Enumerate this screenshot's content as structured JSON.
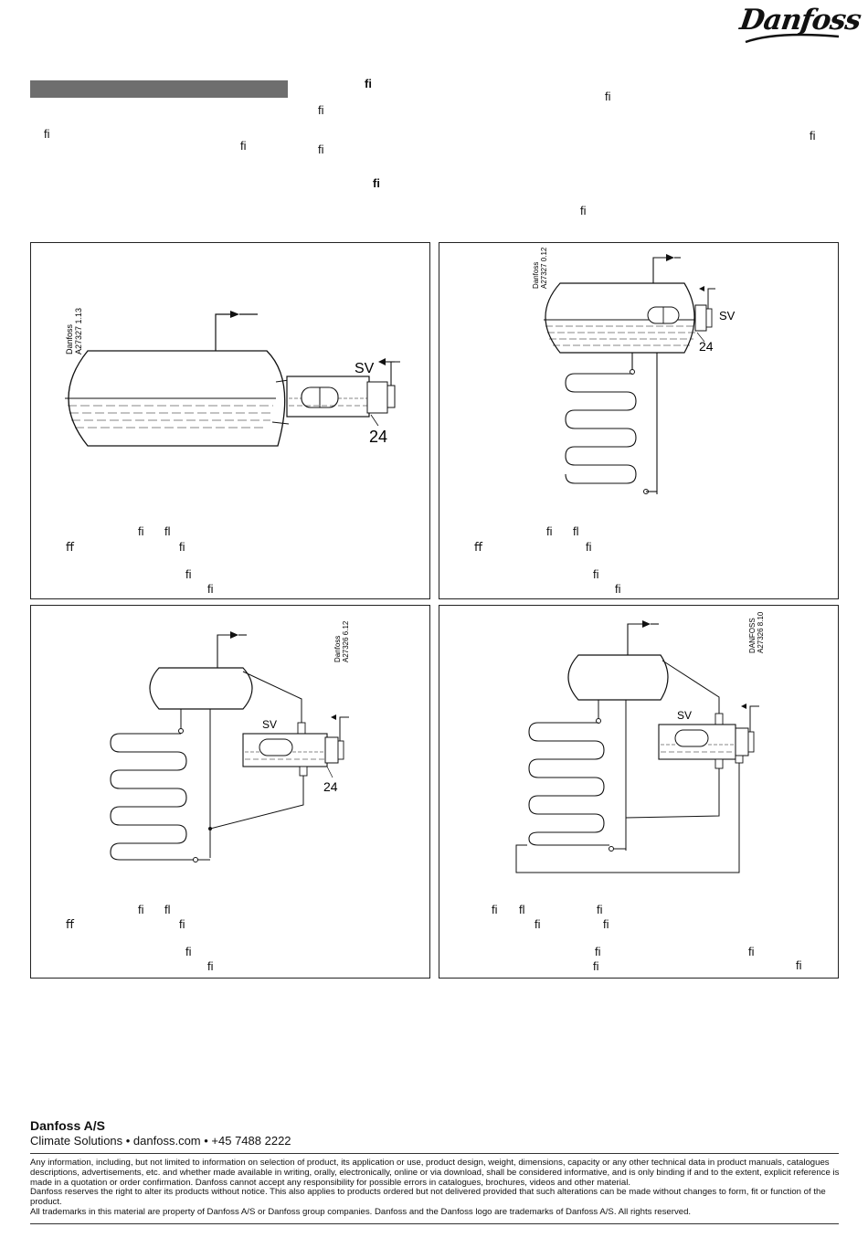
{
  "brand": {
    "logo_text": "Danfoss"
  },
  "page_ligatures": {
    "g1": "ﬁ",
    "g2": "ﬁ",
    "g3": "ﬁ",
    "g4": "ﬁ",
    "g5": "ﬁ",
    "g6": "ﬁ",
    "g7": "ﬁ",
    "g8": "ﬁ",
    "g9": "ﬁ",
    "g10": "ﬁ"
  },
  "panels": [
    {
      "code_line1": "Danfoss",
      "code_line2": "A27327 1.13",
      "label_sv": "SV",
      "label_num": "24",
      "caption_glyphs": [
        "ﬁ",
        "ﬂ",
        "ﬀ",
        "ﬁ",
        "ﬁ",
        "ﬁ"
      ]
    },
    {
      "code_line1": "Danfoss",
      "code_line2": "A27327 0.12",
      "label_sv": "SV",
      "label_num": "24",
      "caption_glyphs": [
        "ﬁ",
        "ﬂ",
        "ﬀ",
        "ﬁ",
        "ﬁ",
        "ﬁ"
      ]
    },
    {
      "code_line1": "Danfoss",
      "code_line2": "A27326 6.12",
      "label_sv": "SV",
      "label_num": "24",
      "caption_glyphs": [
        "ﬁ",
        "ﬂ",
        "ﬀ",
        "ﬁ",
        "ﬁ",
        "ﬁ"
      ]
    },
    {
      "code_line1": "DANFOSS",
      "code_line2": "A27326 8.10",
      "label_sv": "SV",
      "caption_glyphs": [
        "ﬁ",
        "ﬂ",
        "ﬁ",
        "ﬁ",
        "ﬁ",
        "ﬁ",
        "ﬁ",
        "ﬁ"
      ]
    }
  ],
  "footer": {
    "company": "Danfoss A/S",
    "contact": "Climate Solutions • danfoss.com • +45 7488 2222",
    "disclaimer_p1": "Any information, including, but not limited to information on selection of product, its application or use, product design, weight, dimensions, capacity or any other technical data in product manuals, catalogues descriptions, advertisements, etc. and whether made available in writing, orally, electronically, online or via download, shall be considered informative, and is only binding if and to the extent, explicit reference is made in a quotation or order confirmation. Danfoss cannot accept any responsibility for possible errors in catalogues, brochures, videos and other material.",
    "disclaimer_p2": "Danfoss reserves the right to alter its products without notice. This also applies to products ordered but not delivered provided that such alterations can be made without changes to form, fit or function of the product.",
    "disclaimer_p3": "All trademarks in this material are property of Danfoss A/S or Danfoss group companies. Danfoss and the Danfoss logo are trademarks of Danfoss A/S. All rights reserved."
  }
}
